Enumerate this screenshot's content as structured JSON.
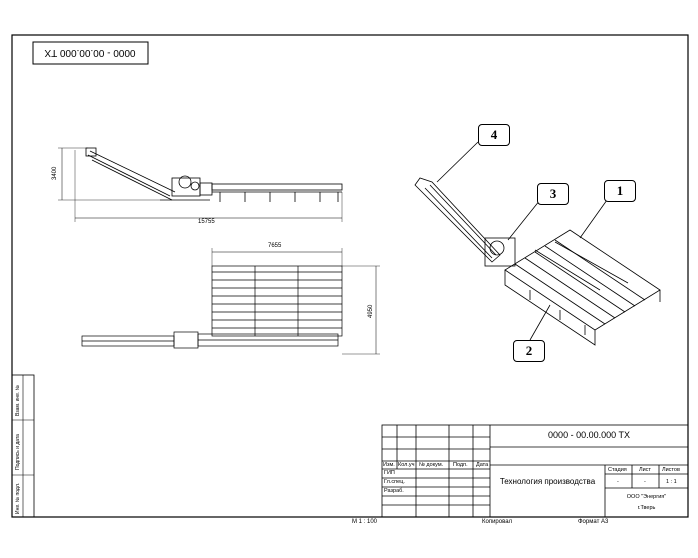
{
  "drawing": {
    "code_mirrored": "0000 - 00.00.000 TX",
    "code": "0000 - 00.00.000 TX",
    "title": "Технология производства"
  },
  "dimensions": {
    "side_height": "3400",
    "side_length": "15755",
    "top_width": "7655",
    "top_depth": "4950"
  },
  "callouts": [
    "1",
    "2",
    "3",
    "4"
  ],
  "title_block": {
    "col_headers": [
      "Изм.",
      "Кол.уч",
      "№ докум.",
      "Подп.",
      "Дата"
    ],
    "roles": [
      "ГИП",
      "Гл.спец.",
      "Разраб."
    ],
    "stage_headers": [
      "Стадия",
      "Лист",
      "Листов"
    ],
    "stage_values": [
      "-",
      "-",
      "1 : 1"
    ],
    "company": "ООО \"Энергия\"",
    "city": "г.Тверь"
  },
  "side_strip": [
    "Инв. № подл.",
    "Подпись и дата",
    "Взам. инв. №"
  ],
  "footer": {
    "scale": "М 1 : 100",
    "copied": "Копировал",
    "format": "Формат А3"
  }
}
